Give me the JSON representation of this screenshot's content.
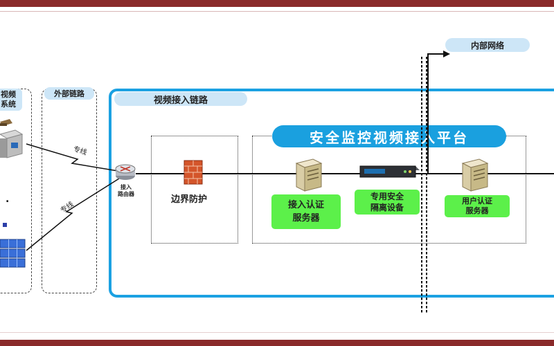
{
  "labels": {
    "external_link": "外部链路",
    "video_access_link": "视频接入链路",
    "internal_network": "内部网络",
    "platform": "安全监控视频接入平台",
    "router": "接入\n路由器",
    "boundary": "边界防护",
    "auth_server": "接入认证\n服务器",
    "isolation": "专用安全\n隔离设备",
    "user_auth": "用户认证\n服务器",
    "leased_line_1": "专线",
    "leased_line_2": "专线",
    "left_system_line1": "视频",
    "left_system_line2": "系统",
    "ellipsis_dot": "."
  },
  "colors": {
    "frame": "#8a2a2a",
    "main_box_border": "#1ba1e2",
    "platform_pill": "#1aa0df",
    "label_pill": "#cde6f7",
    "green_label": "#5cf04a",
    "firewall": "#d4552a"
  },
  "icons": {
    "router": "router-icon",
    "firewall": "firewall-icon",
    "server": "server-icon",
    "isolation_device": "rack-device-icon",
    "camera": "camera-icon",
    "storage": "storage-icon",
    "computer": "computer-icon"
  }
}
